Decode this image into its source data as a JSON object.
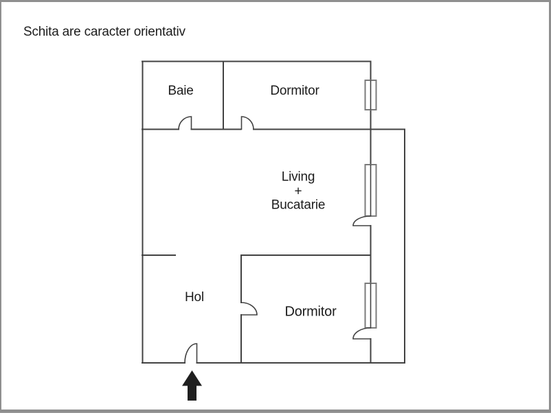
{
  "title": "Schita are caracter orientativ",
  "rooms": {
    "baie": {
      "label": "Baie"
    },
    "dormitor_sus": {
      "label": "Dormitor"
    },
    "living_bucatarie": {
      "lines": [
        "Living",
        "+",
        "Bucatarie"
      ]
    },
    "hol": {
      "label": "Hol"
    },
    "dormitor_jos": {
      "label": "Dormitor"
    }
  },
  "icons": {
    "entrance_arrow": "▲"
  },
  "colors": {
    "wall_line": "#424242",
    "window_frame": "#7b7b7b",
    "text": "#1c1c1c",
    "arrow": "#1f1f1f",
    "frame_border": "#8f8f8f",
    "background": "#ffffff"
  }
}
